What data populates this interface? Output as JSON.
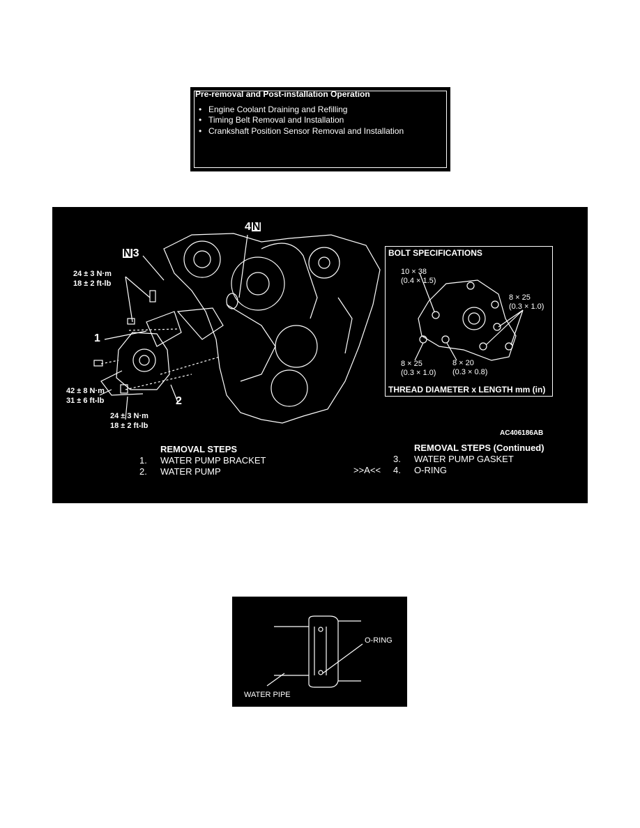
{
  "pre_removal": {
    "title": "Pre-removal and Post-installation Operation",
    "items": [
      "Engine Coolant Draining and Refilling",
      "Timing Belt Removal and Installation",
      "Crankshaft Position Sensor Removal and Installation"
    ]
  },
  "figure": {
    "callouts": {
      "n3_badge": "N",
      "n3_num": "3",
      "n4_num": "4",
      "n4_badge": "N",
      "one": "1",
      "two": "2"
    },
    "torques": {
      "t1_nm": "24 ± 3 N·m",
      "t1_ftlb": "18 ± 2 ft-lb",
      "t2_nm": "42 ± 8 N·m",
      "t2_ftlb": "31 ± 6 ft-lb",
      "t3_nm": "24 ± 3 N·m",
      "t3_ftlb": "18 ± 2 ft-lb"
    },
    "image_code": "AC406186AB",
    "bolt_specs": {
      "title": "BOLT SPECIFICATIONS",
      "s1_mm": "10 × 38",
      "s1_in": "(0.4 × 1.5)",
      "s2_mm": "8 × 25",
      "s2_in": "(0.3 × 1.0)",
      "s3_mm": "8 × 25",
      "s3_in": "(0.3 × 1.0)",
      "s4_mm": "8 × 20",
      "s4_in": "(0.3 × 0.8)",
      "footer": "THREAD DIAMETER x LENGTH mm (in)"
    },
    "removal_steps": {
      "heading": "REMOVAL STEPS",
      "s1_num": "1.",
      "s1_text": "WATER PUMP BRACKET",
      "s2_num": "2.",
      "s2_text": "WATER PUMP"
    },
    "removal_steps_cont": {
      "heading": "REMOVAL STEPS (Continued)",
      "s3_num": "3.",
      "s3_text": "WATER PUMP GASKET",
      "s4_mark": ">>A<<",
      "s4_num": "4.",
      "s4_text": "O-RING"
    }
  },
  "oring_figure": {
    "oring_label": "O-RING",
    "pipe_label": "WATER PIPE"
  }
}
